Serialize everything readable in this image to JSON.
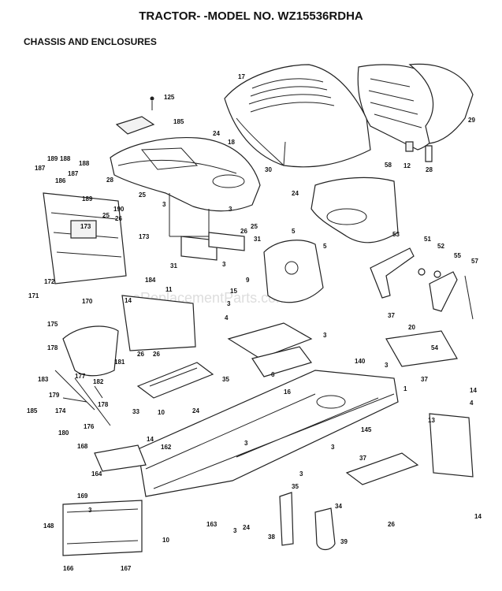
{
  "title": "TRACTOR- -MODEL NO. WZ15536RDHA",
  "section": "CHASSIS AND ENCLOSURES",
  "watermark": "eReplacementParts.com",
  "callouts": [
    "125",
    "185",
    "24",
    "17",
    "18",
    "29",
    "12",
    "28",
    "30",
    "189",
    "188",
    "187",
    "186",
    "187",
    "188",
    "28",
    "25",
    "24",
    "58",
    "189",
    "190",
    "3",
    "25",
    "26",
    "173",
    "3",
    "25",
    "26",
    "5",
    "31",
    "5",
    "173",
    "31",
    "3",
    "53",
    "51",
    "52",
    "55",
    "57",
    "172",
    "171",
    "170",
    "184",
    "9",
    "11",
    "14",
    "15",
    "3",
    "4",
    "175",
    "37",
    "20",
    "54",
    "178",
    "181",
    "26",
    "3",
    "183",
    "179",
    "177",
    "182",
    "35",
    "140",
    "3",
    "33",
    "10",
    "6",
    "16",
    "185",
    "174",
    "180",
    "176",
    "178",
    "14",
    "4",
    "13",
    "24",
    "145",
    "168",
    "162",
    "14",
    "164",
    "3",
    "3",
    "37",
    "3",
    "35",
    "169",
    "3",
    "148",
    "166",
    "167",
    "163",
    "3",
    "24",
    "38",
    "34",
    "39",
    "26",
    "14",
    "1",
    "10",
    "26",
    "37"
  ]
}
